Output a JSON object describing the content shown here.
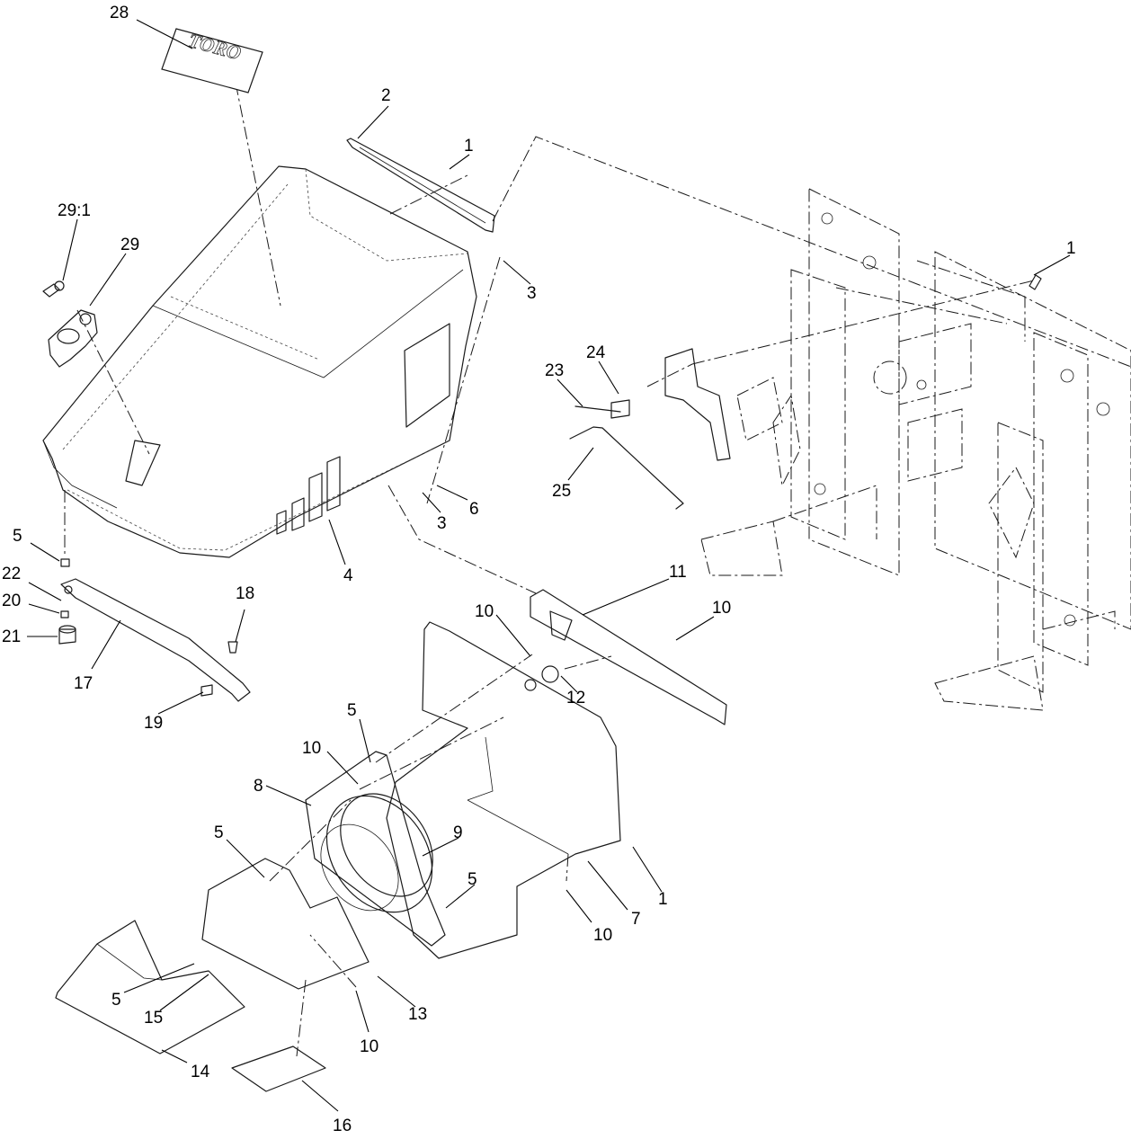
{
  "decal": {
    "logo_text": "TORO"
  },
  "callouts": [
    {
      "id": "c28",
      "label": "28"
    },
    {
      "id": "c2",
      "label": "2"
    },
    {
      "id": "c1a",
      "label": "1"
    },
    {
      "id": "c29-1",
      "label": "29:1"
    },
    {
      "id": "c29",
      "label": "29"
    },
    {
      "id": "c3a",
      "label": "3"
    },
    {
      "id": "c1b",
      "label": "1"
    },
    {
      "id": "c24",
      "label": "24"
    },
    {
      "id": "c23",
      "label": "23"
    },
    {
      "id": "c25",
      "label": "25"
    },
    {
      "id": "c6",
      "label": "6"
    },
    {
      "id": "c3b",
      "label": "3"
    },
    {
      "id": "c5a",
      "label": "5"
    },
    {
      "id": "c4",
      "label": "4"
    },
    {
      "id": "c22",
      "label": "22"
    },
    {
      "id": "c20",
      "label": "20"
    },
    {
      "id": "c21",
      "label": "21"
    },
    {
      "id": "c18",
      "label": "18"
    },
    {
      "id": "c17",
      "label": "17"
    },
    {
      "id": "c19",
      "label": "19"
    },
    {
      "id": "c11",
      "label": "11"
    },
    {
      "id": "c10a",
      "label": "10"
    },
    {
      "id": "c10b",
      "label": "10"
    },
    {
      "id": "c12",
      "label": "12"
    },
    {
      "id": "c5b",
      "label": "5"
    },
    {
      "id": "c10c",
      "label": "10"
    },
    {
      "id": "c8",
      "label": "8"
    },
    {
      "id": "c9",
      "label": "9"
    },
    {
      "id": "c5c",
      "label": "5"
    },
    {
      "id": "c5d",
      "label": "5"
    },
    {
      "id": "c1c",
      "label": "1"
    },
    {
      "id": "c7",
      "label": "7"
    },
    {
      "id": "c10d",
      "label": "10"
    },
    {
      "id": "c5e",
      "label": "5"
    },
    {
      "id": "c15",
      "label": "15"
    },
    {
      "id": "c13",
      "label": "13"
    },
    {
      "id": "c10e",
      "label": "10"
    },
    {
      "id": "c14",
      "label": "14"
    },
    {
      "id": "c16",
      "label": "16"
    }
  ]
}
